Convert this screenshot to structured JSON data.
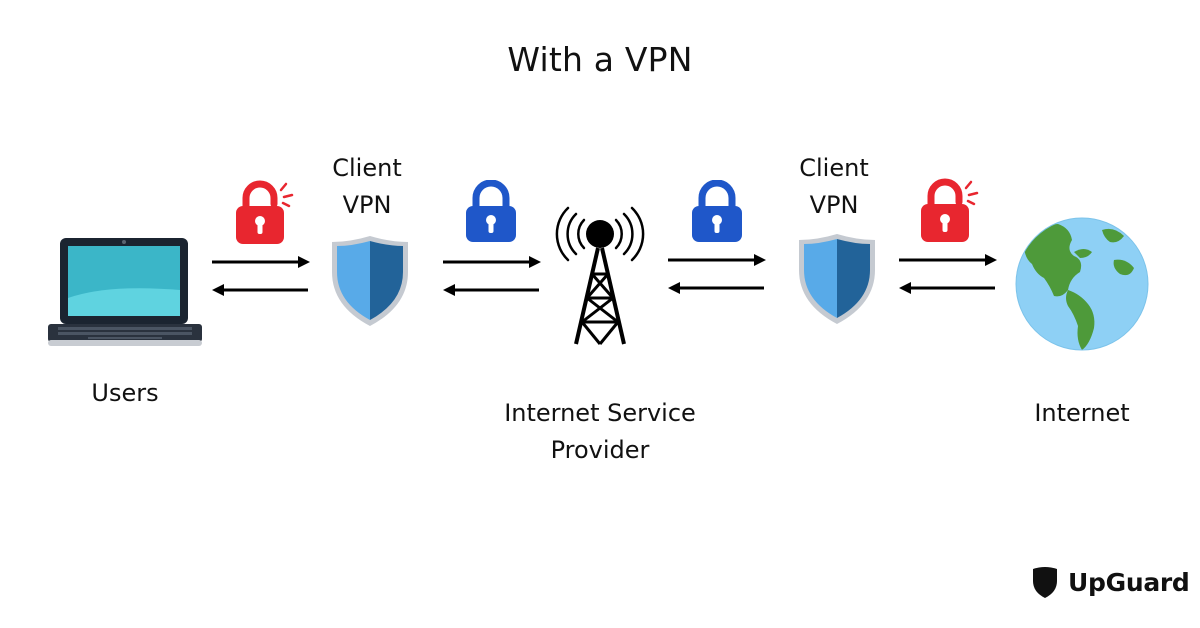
{
  "title": "With a VPN",
  "nodes": {
    "users": "Users",
    "isp": {
      "line1": "Internet Service",
      "line2": "Provider"
    },
    "internet": "Internet"
  },
  "client_vpn": {
    "left": {
      "line1": "Client",
      "line2": "VPN"
    },
    "right": {
      "line1": "Client",
      "line2": "VPN"
    }
  },
  "brand": {
    "name": "UpGuard"
  },
  "colors": {
    "unlocked": "#e8262f",
    "locked": "#1f57c9",
    "shield_light": "#58aae8",
    "shield_dark": "#226399",
    "arrow": "#000000"
  },
  "icons": {
    "users": "laptop-icon",
    "isp": "radio-tower-icon",
    "internet": "globe-icon",
    "vpn": "shield-icon",
    "open_lock": "unlocked-padlock-icon",
    "closed_lock": "locked-padlock-icon"
  }
}
